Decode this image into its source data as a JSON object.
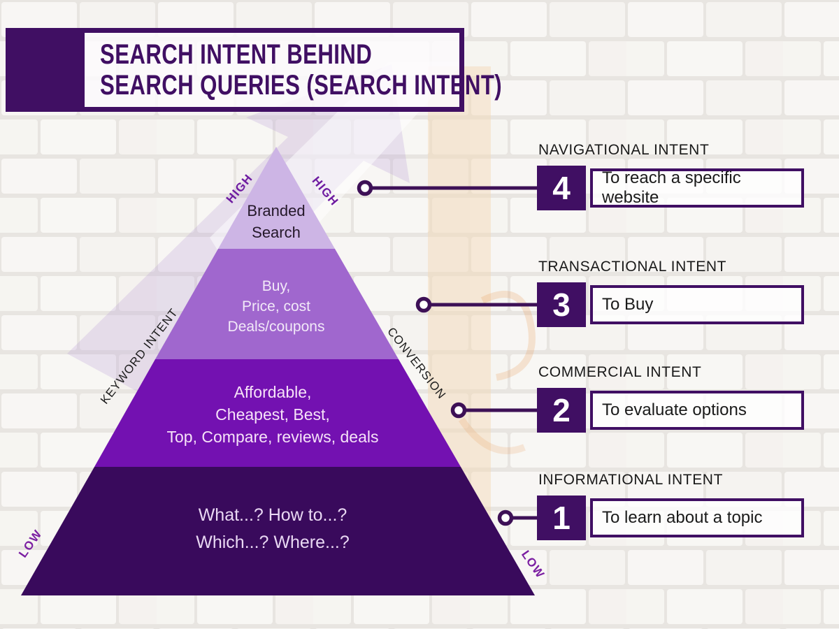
{
  "title": {
    "line1": "SEARCH INTENT BEHIND",
    "line2": "SEARCH QUERIES (SEARCH INTENT)"
  },
  "pyramid": {
    "levels": [
      {
        "rank": 4,
        "lines": [
          "Branded",
          "Search"
        ],
        "color": "#cdb5e5"
      },
      {
        "rank": 3,
        "lines": [
          "Buy,",
          "Price, cost",
          "Deals/coupons"
        ],
        "color": "#a067ce"
      },
      {
        "rank": 2,
        "lines": [
          "Affordable,",
          "Cheapest, Best,",
          "Top, Compare, reviews, deals"
        ],
        "color": "#7311b1"
      },
      {
        "rank": 1,
        "lines": [
          "What...? How to...?",
          "Which...? Where...?"
        ],
        "color": "#390a5c"
      }
    ],
    "axis_labels": {
      "high_left": "HIGH",
      "high_right": "HIGH",
      "low_left": "LOW",
      "low_right": "LOW",
      "left_edge": "KEYWORD INTENT",
      "right_edge": "CONVERSION"
    }
  },
  "callouts": [
    {
      "number": "4",
      "header": "NAVIGATIONAL INTENT",
      "description": "To reach a specific website"
    },
    {
      "number": "3",
      "header": "TRANSACTIONAL INTENT",
      "description": "To Buy"
    },
    {
      "number": "2",
      "header": "COMMERCIAL INTENT",
      "description": "To evaluate options"
    },
    {
      "number": "1",
      "header": "INFORMATIONAL INTENT",
      "description": "To learn about a topic"
    }
  ],
  "palette": {
    "dark_purple": "#400f63",
    "level_branded": "#cdb5e5",
    "level_transactional": "#a067ce",
    "level_commercial": "#7311b1",
    "level_informational": "#390a5c",
    "axis_label_purple": "#6e1ba0",
    "text_dark": "#1a1a1a"
  }
}
